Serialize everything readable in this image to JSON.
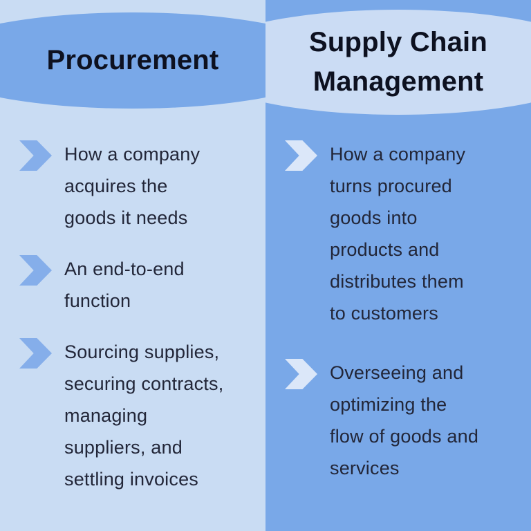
{
  "infographic": {
    "bullet_icon": "chevron-right-icon",
    "colors": {
      "light_blue_background": "#c9dcf3",
      "medium_blue_background": "#79a8e8",
      "medium_blue_ellipse": "#79a8e8",
      "light_blue_ellipse": "#cbdcf4",
      "medium_chevron": "#85aeea",
      "light_chevron": "#dbe7f9",
      "heading_text": "#0d1120",
      "body_text": "#222638"
    },
    "columns": [
      {
        "id": "procurement",
        "title": "Procurement",
        "bullets": [
          "How a company\nacquires the\ngoods it needs",
          "An end-to-end\nfunction",
          "Sourcing supplies,\nsecuring contracts,\nmanaging\nsuppliers, and\nsettling invoices"
        ]
      },
      {
        "id": "supply-chain-management",
        "title": "Supply Chain\nManagement",
        "bullets": [
          "How a company\nturns procured\ngoods into\nproducts and\ndistributes them\nto customers",
          "Overseeing and\noptimizing the\nflow of goods and\nservices"
        ]
      }
    ]
  }
}
